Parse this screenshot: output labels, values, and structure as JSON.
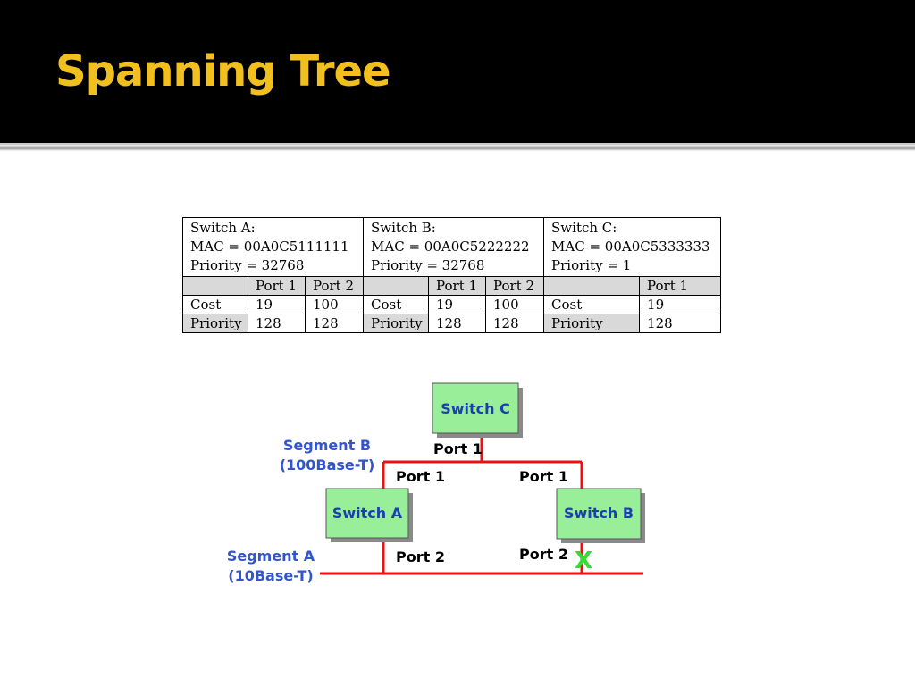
{
  "slide": {
    "title": "Spanning Tree"
  },
  "table": {
    "switches": [
      {
        "name": "Switch A:",
        "mac": "MAC = 00A0C5111111",
        "priority": "Priority = 32768",
        "ports": [
          "Port 1",
          "Port 2"
        ],
        "cost_label": "Cost",
        "cost": [
          "19",
          "100"
        ],
        "prio_label": "Priority",
        "prio": [
          "128",
          "128"
        ]
      },
      {
        "name": "Switch B:",
        "mac": "MAC = 00A0C5222222",
        "priority": "Priority = 32768",
        "ports": [
          "Port 1",
          "Port 2"
        ],
        "cost_label": "Cost",
        "cost": [
          "19",
          "100"
        ],
        "prio_label": "Priority",
        "prio": [
          "128",
          "128"
        ]
      },
      {
        "name": "Switch C:",
        "mac": "MAC = 00A0C5333333",
        "priority": "Priority = 1",
        "ports": [
          "Port 1"
        ],
        "cost_label": "Cost",
        "cost": [
          "19"
        ],
        "prio_label": "Priority",
        "prio": [
          "128"
        ]
      }
    ]
  },
  "diagram": {
    "switch_c": "Switch C",
    "switch_a": "Switch A",
    "switch_b": "Switch B",
    "seg_b_line1": "Segment B",
    "seg_b_line2": "(100Base-T)",
    "seg_a_line1": "Segment A",
    "seg_a_line2": "(10Base-T)",
    "c_port1": "Port 1",
    "a_port1": "Port 1",
    "b_port1": "Port 1",
    "a_port2": "Port 2",
    "b_port2": "Port 2",
    "blocked_mark": "X",
    "colors": {
      "link": "#ee1111",
      "switch_fill": "#99ee99",
      "blocked": "#33dd33",
      "segment_label": "#3355cc"
    }
  }
}
